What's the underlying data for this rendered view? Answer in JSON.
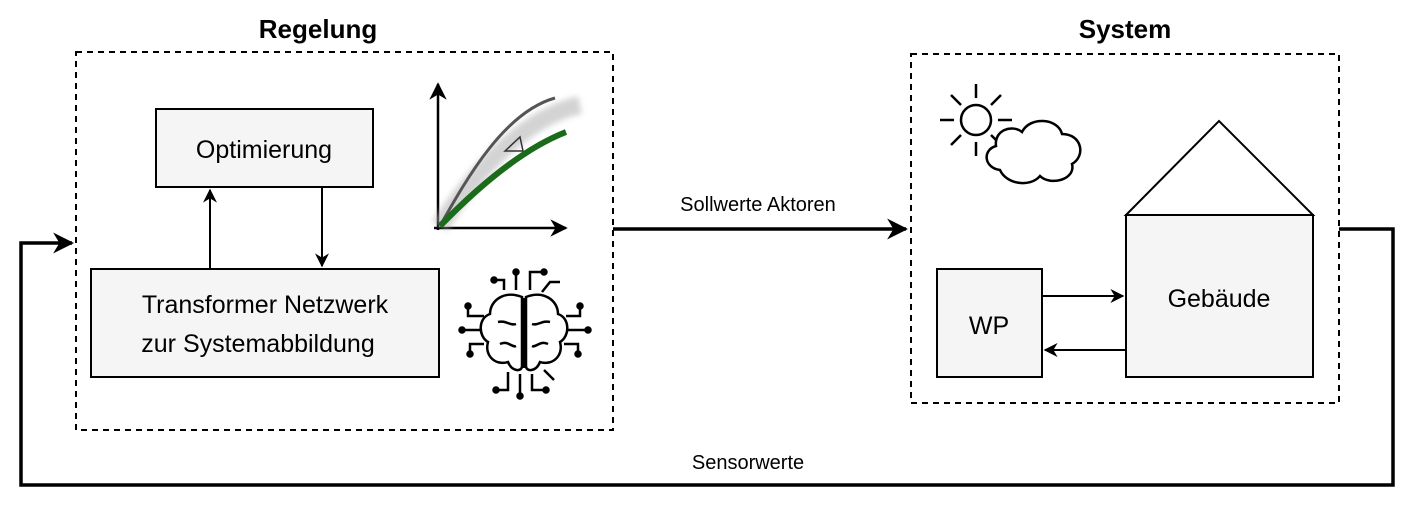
{
  "regelung": {
    "title": "Regelung",
    "optimierung_label": "Optimierung",
    "transformer_line1": "Transformer Netzwerk",
    "transformer_line2": "zur Systemabbildung"
  },
  "system": {
    "title": "System",
    "wp_label": "WP",
    "gebaeude_label": "Gebäude"
  },
  "connections": {
    "setpoints_label": "Sollwerte Aktoren",
    "sensor_label": "Sensorwerte"
  },
  "icons": {
    "chart": "trajectory-chart-icon",
    "brain": "ai-brain-circuit-icon",
    "weather": "sun-cloud-icon",
    "house": "house-roof-icon"
  },
  "colors": {
    "line": "#000000",
    "box_fill": "#f5f5f5",
    "trajectory_green": "#1a6b1a",
    "trajectory_gray": "#9a9a9a"
  }
}
